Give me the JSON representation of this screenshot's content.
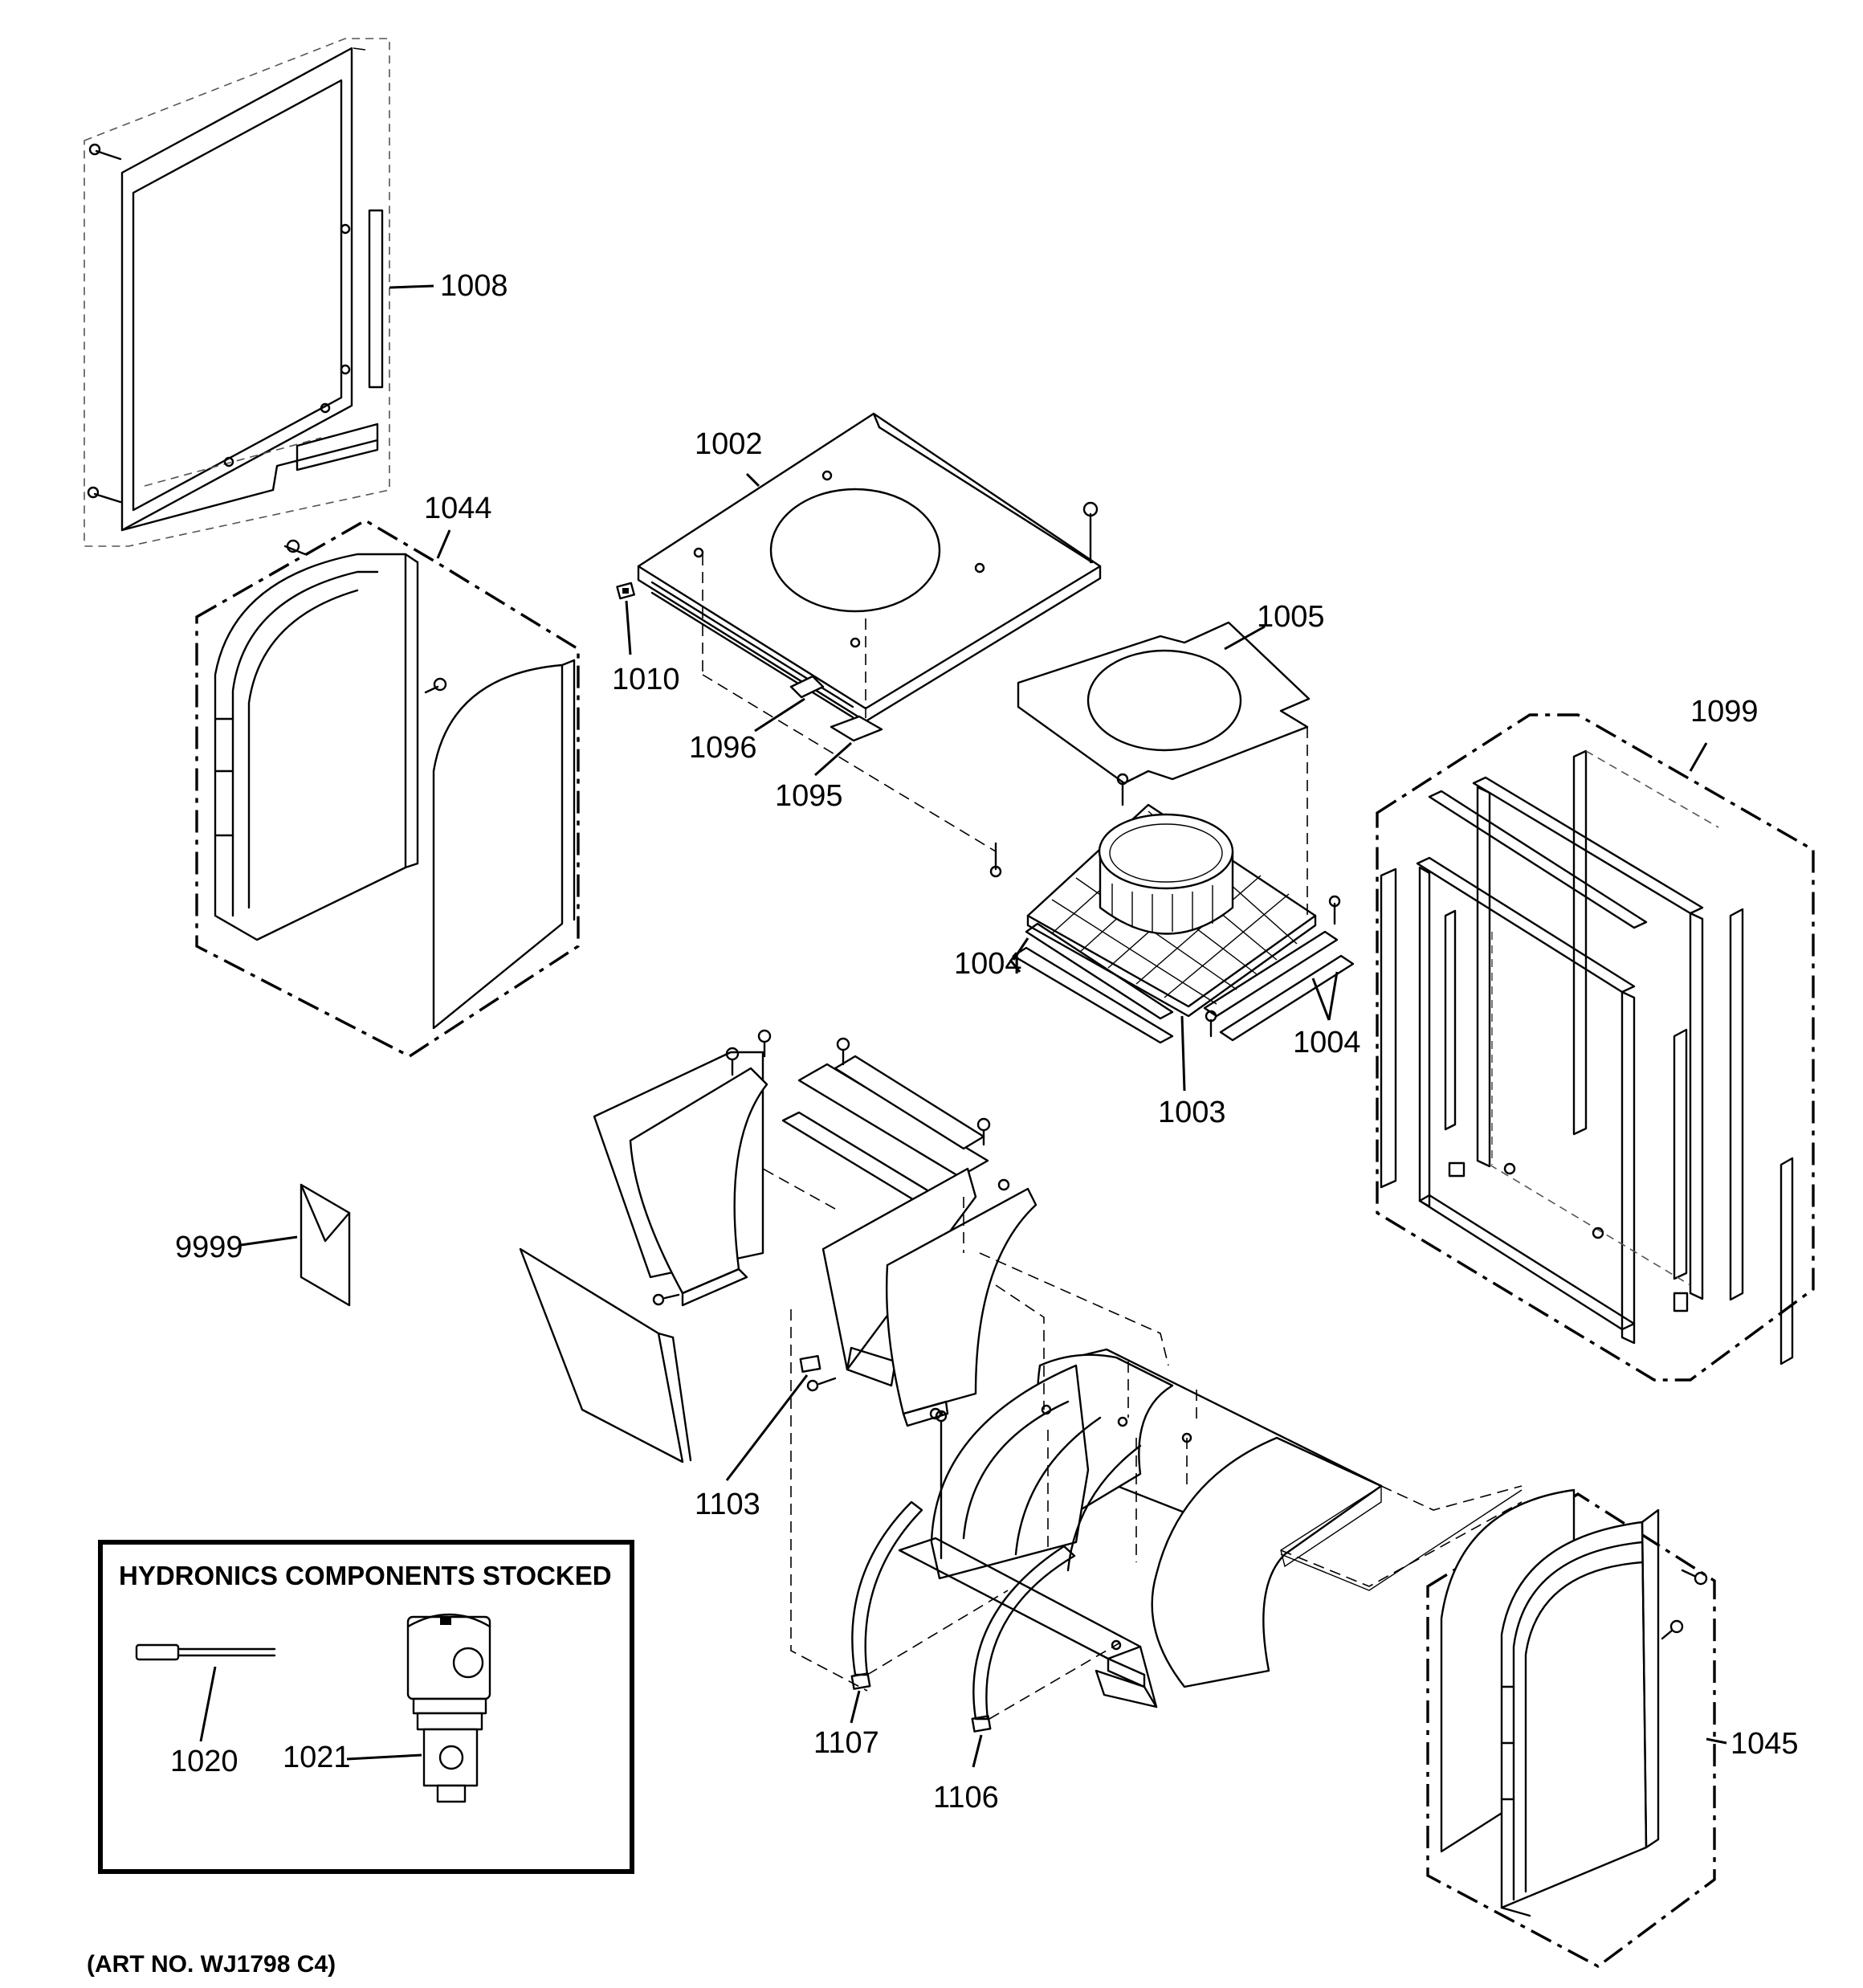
{
  "callouts": {
    "p1008": "1008",
    "p1002": "1002",
    "p1044": "1044",
    "p1010": "1010",
    "p1005": "1005",
    "p1096": "1096",
    "p1095": "1095",
    "p1099": "1099",
    "p1004a": "1004",
    "p1004b": "1004",
    "p1003": "1003",
    "p9999": "9999",
    "p1103": "1103",
    "p1020": "1020",
    "p1021": "1021",
    "p1107": "1107",
    "p1106": "1106",
    "p1045": "1045"
  },
  "inset": {
    "title": "HYDRONICS COMPONENTS STOCKED"
  },
  "footer": {
    "art_number": "(ART NO. WJ1798 C4)"
  }
}
